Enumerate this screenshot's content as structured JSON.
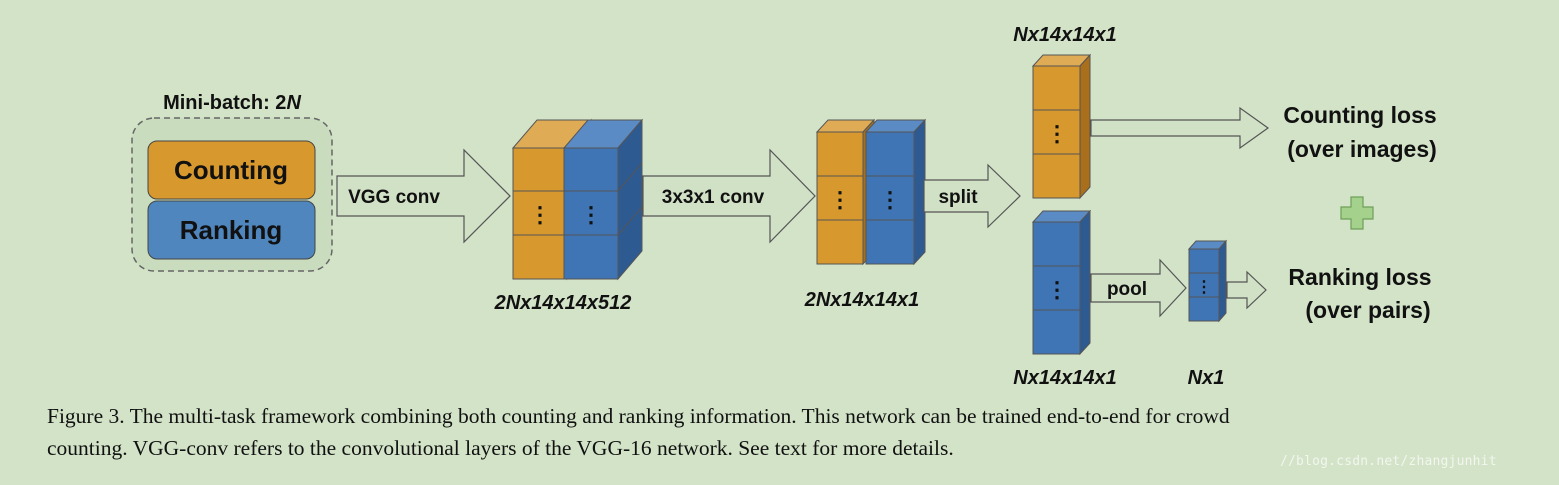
{
  "diagram": {
    "batch_title_prefix": "Mini-batch: 2",
    "batch_title_var": "N",
    "counting_box": "Counting",
    "ranking_box": "Ranking",
    "arrow_vgg": "VGG conv",
    "arrow_conv": "3x3x1 conv",
    "arrow_split": "split",
    "arrow_pool": "pool",
    "dim_vgg_out": "2Nx14x14x512",
    "dim_conv_out": "2Nx14x14x1",
    "dim_count_branch": "Nx14x14x1",
    "dim_rank_branch": "Nx14x14x1",
    "dim_pool_out": "Nx1",
    "ellipsis": "⋮",
    "counting_loss_line1": "Counting loss",
    "counting_loss_line2": "(over images)",
    "ranking_loss_line1": "Ranking loss",
    "ranking_loss_line2": "(over pairs)"
  },
  "caption": {
    "line1": "Figure 3. The multi-task framework combining both counting and ranking information. This network can be trained end-to-end for crowd",
    "line2": "counting. VGG-conv refers to the convolutional layers of the VGG-16 network. See text for more details."
  },
  "watermark": "//blog.csdn.net/zhangjunhit",
  "colors": {
    "background": "#d3e3c8",
    "orange": "#d7992e",
    "blue": "#3f74b5",
    "arrow_fill": "#d1e1c6",
    "plus": "#a4d18c"
  }
}
